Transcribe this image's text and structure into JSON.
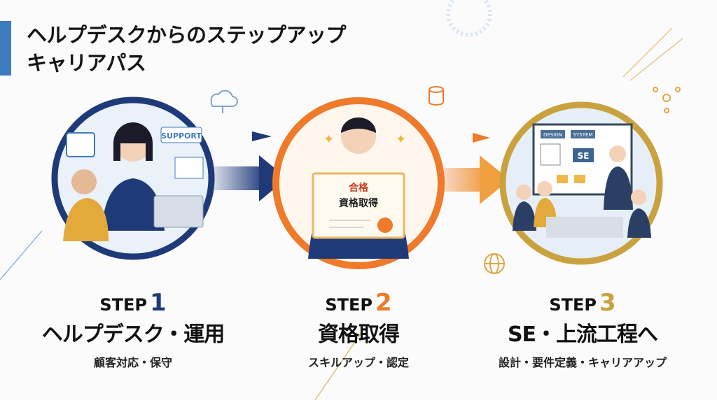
{
  "title": {
    "line1": "ヘルプデスクからのステップアップ",
    "line2": "キャリアパス"
  },
  "colors": {
    "step1": "#1f3a78",
    "step2": "#ee7a2a",
    "step3": "#c9a23f",
    "accent": "#3d7cc0"
  },
  "steps": [
    {
      "label": "STEP",
      "number": "1",
      "heading": "ヘルプデスク・運用",
      "sub": "顧客対応・保守",
      "illustration": {
        "badge": "SUPPORT"
      }
    },
    {
      "label": "STEP",
      "number": "2",
      "heading": "資格取得",
      "sub": "スキルアップ・認定",
      "illustration": {
        "cert_title": "合格",
        "cert_body": "資格取得"
      }
    },
    {
      "label": "STEP",
      "number": "3",
      "heading": "SE・上流工程へ",
      "sub": "設計・要件定義・キャリアアップ",
      "illustration": {
        "box1": "DESIGN",
        "box2": "SYSTEM",
        "center": "SE"
      }
    }
  ]
}
